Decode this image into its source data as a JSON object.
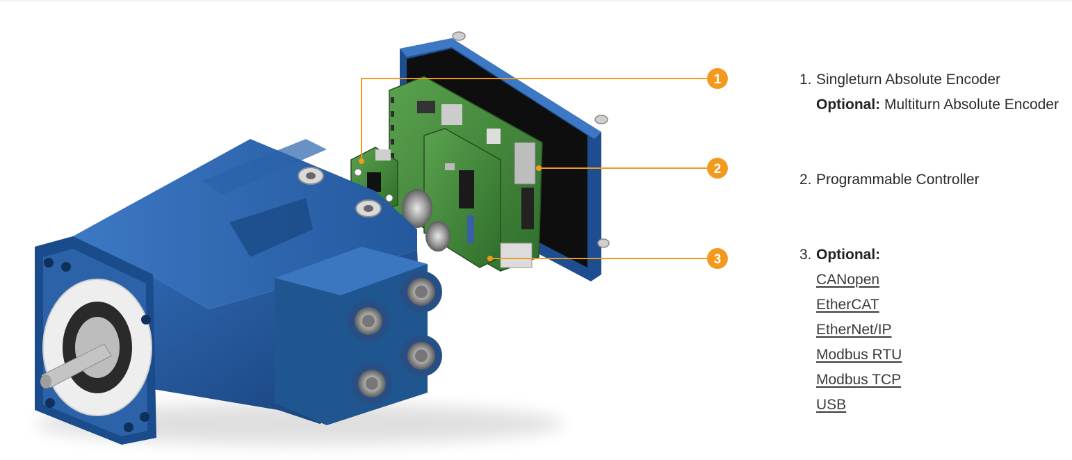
{
  "callouts": [
    {
      "number": "1"
    },
    {
      "number": "2"
    },
    {
      "number": "3"
    }
  ],
  "legend": {
    "item1": {
      "number": "1.",
      "title": "Singleturn Absolute Encoder",
      "optional_label": "Optional:",
      "optional_text": "Multiturn Absolute Encoder"
    },
    "item2": {
      "number": "2.",
      "title": "Programmable Controller"
    },
    "item3": {
      "number": "3.",
      "optional_label": "Optional:",
      "links": [
        "CANopen",
        "EtherCAT",
        "EtherNet/IP",
        "Modbus RTU",
        "Modbus TCP",
        "USB"
      ]
    }
  },
  "colors": {
    "callout": "#f39a1e",
    "motor_blue": "#1f4e8c",
    "pcb_green": "#3f8a3a"
  }
}
